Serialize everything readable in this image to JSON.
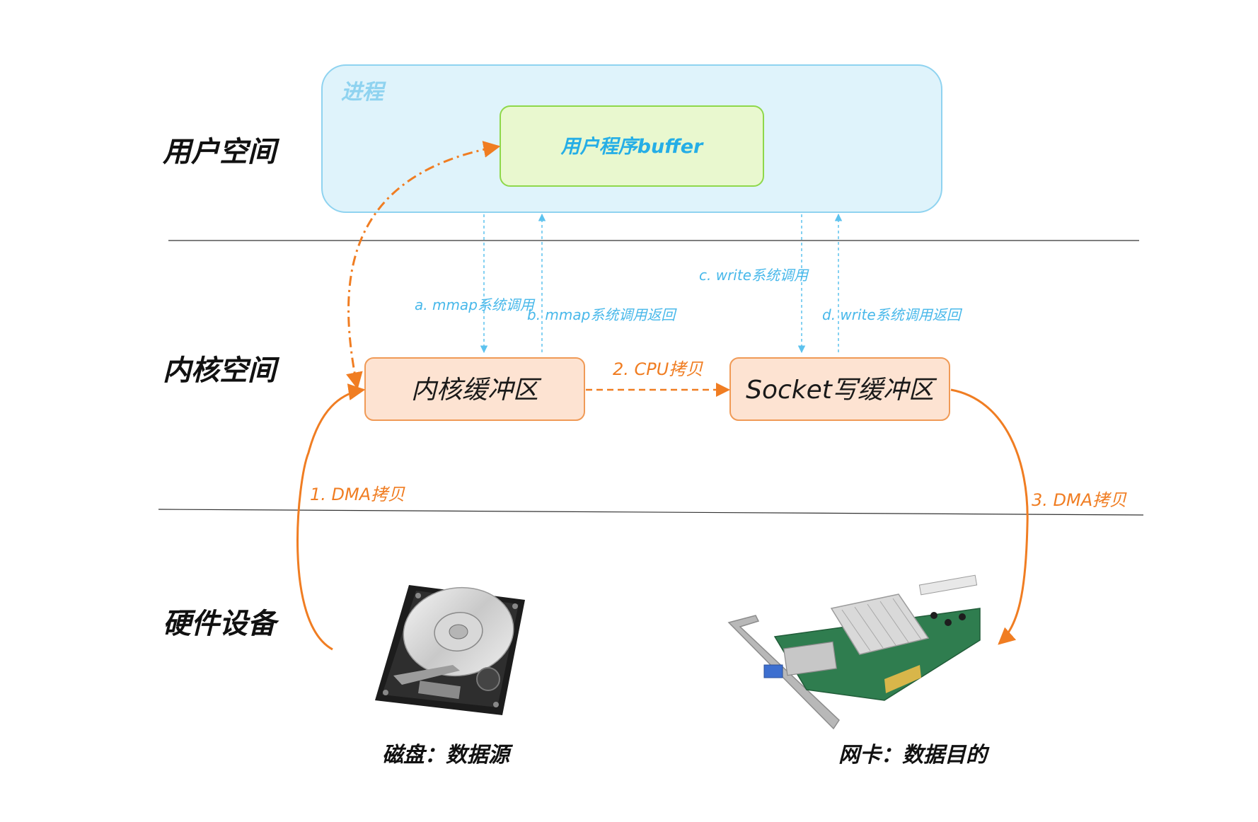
{
  "zones": {
    "user": "用户空间",
    "kernel": "内核空间",
    "hardware": "硬件设备"
  },
  "process": {
    "title": "进程",
    "buffer_label": "用户程序buffer"
  },
  "kernel_boxes": {
    "kernel_buffer": "内核缓冲区",
    "socket_buffer": "Socket写缓冲区"
  },
  "syscalls": {
    "a": "a. mmap系统调用",
    "b": "b. mmap系统调用返回",
    "c": "c. write系统调用",
    "d": "d. write系统调用返回"
  },
  "copies": {
    "dma1": "1. DMA拷贝",
    "cpu2": "2. CPU拷贝",
    "dma3": "3. DMA拷贝"
  },
  "devices": {
    "disk_caption": "磁盘：数据源",
    "nic_caption": "网卡：数据目的",
    "disk_icon": "hard-disk-icon",
    "nic_icon": "network-card-icon"
  },
  "colors": {
    "process_fill": "#dff3fb",
    "process_stroke": "#8fd3f0",
    "buffer_fill": "#e9f8cf",
    "buffer_stroke": "#8ed84a",
    "kernel_fill": "#fde3d2",
    "kernel_stroke": "#f09a56",
    "syscall_arrow": "#5cc2ee",
    "copy_arrow": "#f07d22",
    "divider": "#333333"
  }
}
